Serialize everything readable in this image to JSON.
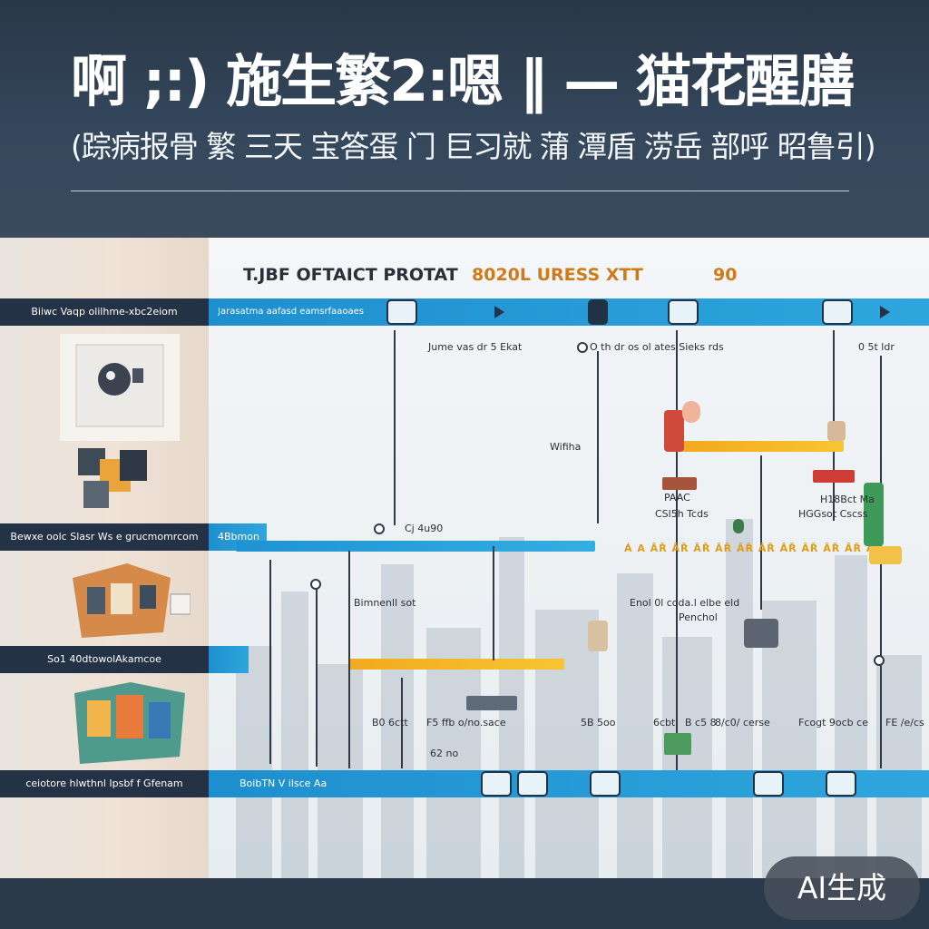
{
  "header": {
    "title": "啊 ;:) 施生繁2:嗯 ‖ — 猫花醒膳",
    "subtitle": "(踪病报骨 繁 三天 宝答蛋 门 巨习就 蒲 潭盾 涝岳 部呼 昭鲁引)"
  },
  "board": {
    "title_parts": [
      "T.JBF OFTAICT PROTAT",
      "8020L URESS XTT",
      "90"
    ]
  },
  "lanes": [
    {
      "label": "Biiwc Vaqp olilhme-xbc2eiom",
      "bar_text": "Jarasatma aafasd eamsrfaaoaes"
    },
    {
      "label": "Bewxe oolc Slasr Ws e grucmomrcom",
      "bar_text": "4Bbmon"
    },
    {
      "label": "So1 40dtowolAkamcoe",
      "bar_text": ""
    },
    {
      "label": "ceiotore hlwthnl Ipsbf f Gfenam",
      "bar_text": "BoibTN V ilsce Aa"
    }
  ],
  "labels": {
    "t1": "Jume vas dr 5 Ekat",
    "t2": "O th dr os ol ates Sieks rds",
    "t3": "0 5t ldr",
    "wib": "Wifiha",
    "stripe": "Á A ÂŘ ÂŘ ÂŘ ÂŘ ÂŘ ÂŘ ÂŘ ÂŘ ÂŘ ÂŘ Â",
    "c1": "Cj 4u90",
    "pam": "PAAC",
    "csh": "CSl5h Tcds",
    "hib": "H18Bct Ma",
    "hib2": "HGGsot Cscss",
    "bm": "Bimnenll sot",
    "enol": "Enol 0l coda.l elbe eld",
    "pench": "Penchol",
    "b1": "B0 6ctt",
    "b2": "F5 ffb o/no.sace",
    "b3": "5B 5oo",
    "b4": "6cbt",
    "b5": "B c5 8",
    "b6": "8/c0/ cerse",
    "b7": "Fcogt 9ocb ce",
    "b8": "FE /e/cs",
    "n1": "62 no"
  },
  "badge": "AI生成",
  "colors": {
    "navy": "#233244",
    "blue": "#1e8fce",
    "yellow": "#f2a91f",
    "orange_text": "#d07a1a"
  }
}
